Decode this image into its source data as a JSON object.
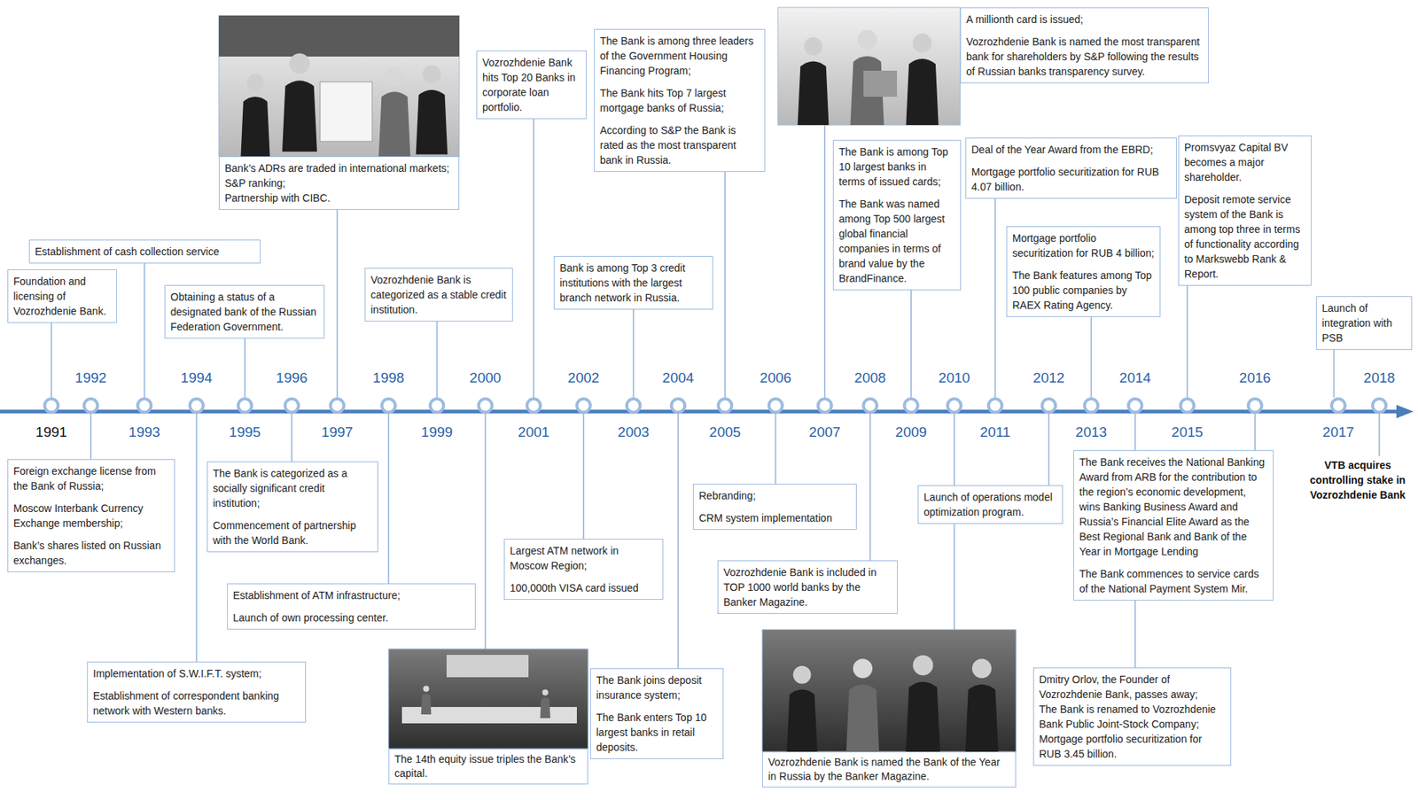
{
  "diagram": {
    "nodes": [
      {
        "text": [
          "Foundation and licensing of Vozrozhdenie Bank."
        ]
      },
      {
        "text": [
          "Foreign exchange license from the Bank of Russia;",
          "Moscow Interbank Currency Exchange membership;",
          "Bank’s shares listed on Russian exchanges."
        ]
      },
      {
        "text": [
          "Establishment of cash collection service"
        ]
      },
      {
        "text": [
          "Implementation of S.W.I.F.T. system;",
          "Establishment of correspondent banking network with Western banks."
        ]
      },
      {
        "text": [
          "Obtaining a status of a designated bank of the Russian Federation Government."
        ]
      },
      {
        "text": [
          "The Bank is categorized as a socially significant credit institution;",
          "Commencement of partnership with the World Bank."
        ]
      },
      {
        "text": [
          "Bank’s ADRs are traded in international markets;",
          "S&P ranking;",
          "Partnership with CIBC."
        ]
      },
      {
        "text": [
          "Establishment of ATM infrastructure;",
          "Launch of own processing center."
        ]
      },
      {
        "text": [
          "Vozrozhdenie Bank is categorized as a stable credit institution."
        ]
      },
      {
        "text": [
          "The 14th equity issue triples the Bank’s capital."
        ]
      },
      {
        "text": [
          "Vozrozhdenie Bank hits Top 20 Banks in corporate loan portfolio."
        ]
      },
      {
        "text": [
          "Largest ATM network in Moscow Region;",
          "100,000th VISA card issued"
        ]
      },
      {
        "text": [
          "Bank is among Top 3 credit institutions with the largest branch network in Russia."
        ]
      },
      {
        "text": [
          "The Bank joins deposit insurance system;",
          "The Bank enters Top 10 largest banks in retail deposits."
        ]
      },
      {
        "text": [
          "The Bank is among three leaders of the Government Housing Financing Program;",
          "The Bank hits Top 7 largest mortgage banks of Russia;",
          "According to S&P the Bank is rated as the most transparent bank in Russia."
        ]
      },
      {
        "text": [
          "Rebranding;",
          "CRM system implementation"
        ]
      },
      {
        "text": [
          "A millionth card is issued;",
          "Vozrozhdenie Bank is named the most transparent bank for shareholders by S&P following the results of Russian banks transparency survey."
        ]
      },
      {
        "text": [
          "Vozrozhdenie Bank is included in TOP 1000 world banks by the Banker Magazine."
        ]
      },
      {
        "text": [
          "The Bank is among Top 10 largest banks in terms of issued cards;",
          "The Bank was named among Top 500 largest global financial companies in terms of brand value by the BrandFinance."
        ]
      },
      {
        "text": [
          "Vozrozhdenie Bank is named the Bank of the Year in Russia by the Banker Magazine."
        ]
      },
      {
        "text": [
          "Deal of the Year Award from the EBRD;",
          "Mortgage portfolio securitization for RUB 4.07 billion."
        ]
      },
      {
        "text": [
          "Launch of operations model optimization program."
        ]
      },
      {
        "text": [
          "Mortgage portfolio securitization for RUB 4 billion;",
          "The Bank features among Top 100 public companies by RAEX Rating Agency."
        ]
      },
      {
        "text": [
          "Dmitry Orlov, the Founder of Vozrozhdenie Bank, passes away;",
          "The Bank is renamed to Vozrozhdenie Bank Public Joint-Stock Company;",
          "Mortgage portfolio securitization for RUB 3.45 billion."
        ]
      },
      {
        "text": [
          "Promsvyaz Capital BV becomes a major shareholder.",
          "Deposit remote service system of the Bank is among top three in terms of functionality according to Markswebb Rank & Report."
        ]
      },
      {
        "text": [
          "The Bank receives the National Banking Award from ARB for the contribution to the region’s economic development, wins Banking Business Award and Russia’s Financial Elite Award as the Best Regional Bank and Bank of the Year in Mortgage Lending",
          "The Bank commences to service cards of the National Payment System Mir."
        ]
      },
      {
        "text": [
          "Launch of integration with PSB"
        ]
      },
      {
        "text": [
          "VTB acquires controlling stake in Vozrozhdenie Bank"
        ]
      }
    ],
    "labels": [
      "1991",
      "1992",
      "1993",
      "1994",
      "1995",
      "1996",
      "1997",
      "1998",
      "1999",
      "2000",
      "2001",
      "2002",
      "2003",
      "2004",
      "2005",
      "2006",
      "2007",
      "2008",
      "2009",
      "2010",
      "2011",
      "2012",
      "2013",
      "2014",
      "2015",
      "2016",
      "2017",
      "2018"
    ]
  }
}
